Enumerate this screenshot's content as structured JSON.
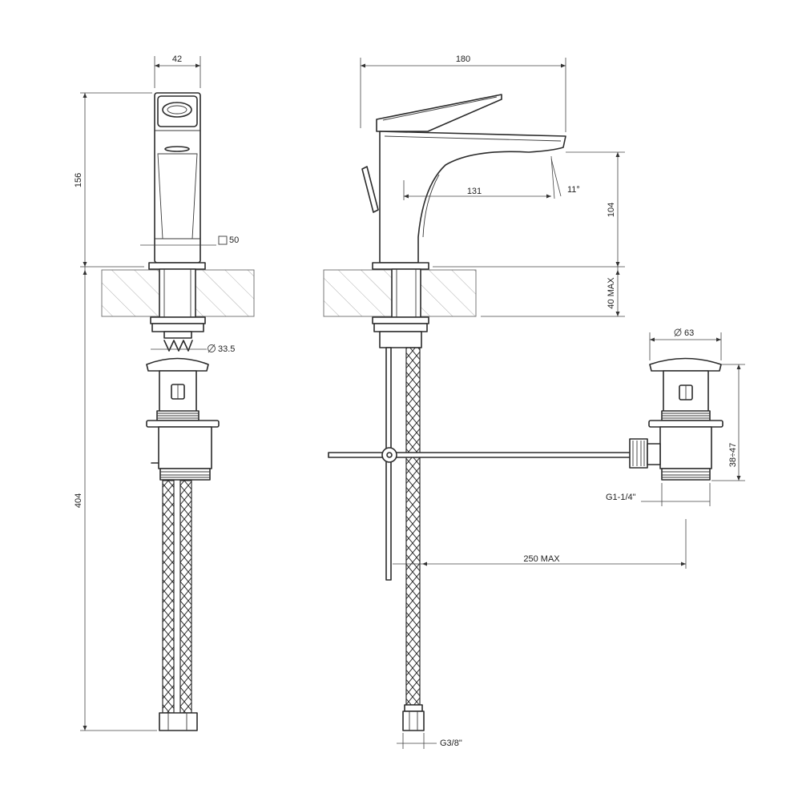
{
  "front_view": {
    "width_label": "42",
    "body_height_label": "156",
    "base_square_label": "50",
    "thread_diameter_label": "33.5",
    "total_length_label": "404"
  },
  "side_view": {
    "length_label": "180",
    "reach_label": "131",
    "angle_label": "11°",
    "spout_height_label": "104",
    "deck_thickness_label": "40 MAX",
    "rod_length_label": "250 MAX",
    "hose_connection_label": "G3/8\""
  },
  "waste_view": {
    "cap_diameter_label": "63",
    "height_range_label": "38÷47",
    "thread_label": "G1-1/4\""
  },
  "colors": {
    "line": "#2b2b2b",
    "hatch": "#9a9a9a"
  }
}
